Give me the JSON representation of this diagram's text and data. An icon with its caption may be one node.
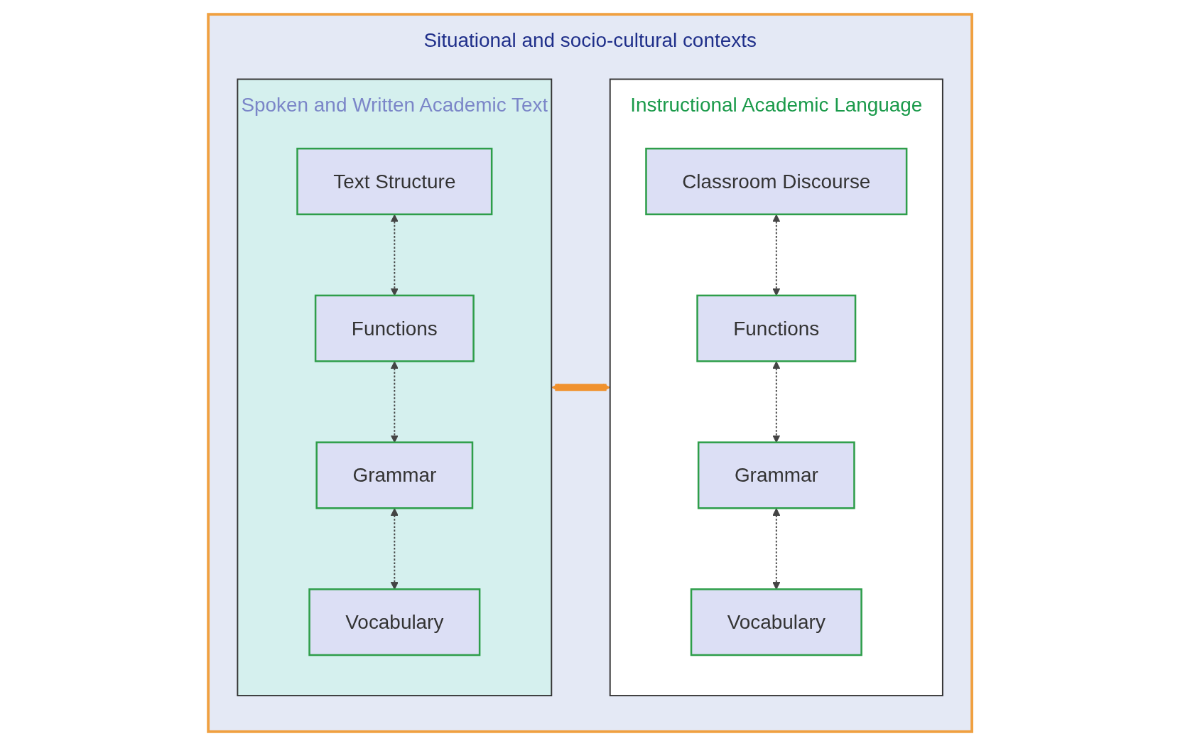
{
  "diagram": {
    "nodes": [
      {
        "text": [
          "Situational and socio-cultural contexts"
        ]
      },
      {
        "text": [
          "Spoken and Written Academic Text"
        ],
        "in": 0
      },
      {
        "text": [
          "Text Structure"
        ],
        "in": 1
      },
      {
        "text": [
          "Functions"
        ],
        "in": 1
      },
      {
        "text": [
          "Grammar"
        ],
        "in": 1
      },
      {
        "text": [
          "Vocabulary"
        ],
        "in": 1
      },
      {
        "text": [
          "Instructional Academic Language"
        ],
        "in": 0
      },
      {
        "text": [
          "Classroom Discourse"
        ],
        "in": 6
      },
      {
        "text": [
          "Functions"
        ],
        "in": 6
      },
      {
        "text": [
          "Grammar"
        ],
        "in": 6
      },
      {
        "text": [
          "Vocabulary"
        ],
        "in": 6
      }
    ],
    "edges": [
      {
        "from": 2,
        "to": 3,
        "arrow": "both",
        "style": "dashed"
      },
      {
        "from": 3,
        "to": 4,
        "arrow": "both",
        "style": "dashed"
      },
      {
        "from": 4,
        "to": 5,
        "arrow": "both",
        "style": "dashed"
      },
      {
        "from": 1,
        "to": 6,
        "arrow": "both",
        "style": "thick",
        "color": "#f0922e"
      },
      {
        "from": 7,
        "to": 8,
        "arrow": "both",
        "style": "dashed"
      },
      {
        "from": 8,
        "to": 9,
        "arrow": "both",
        "style": "dashed"
      },
      {
        "from": 9,
        "to": 10,
        "arrow": "both",
        "style": "dashed"
      }
    ]
  }
}
